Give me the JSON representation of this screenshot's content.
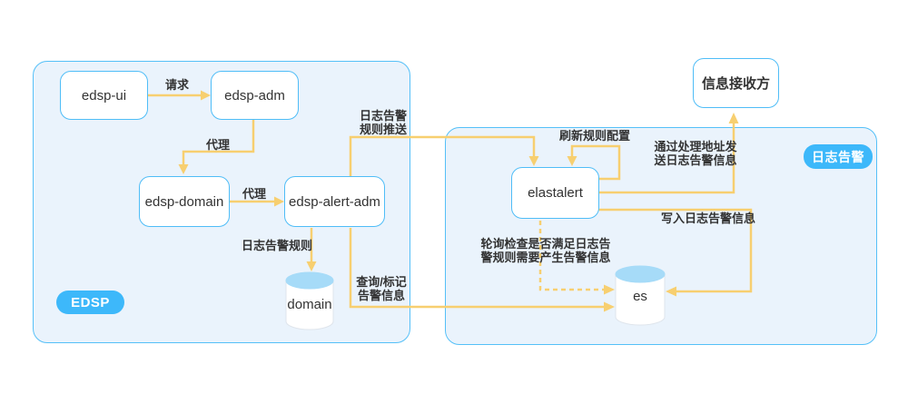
{
  "edsp_group": {
    "badge": "EDSP",
    "nodes": {
      "ui": "edsp-ui",
      "adm": "edsp-adm",
      "domain": "edsp-domain",
      "alert_adm": "edsp-alert-adm",
      "domain_db": "domain"
    }
  },
  "log_alert_group": {
    "badge": "日志告警",
    "nodes": {
      "elastalert": "elastalert",
      "es_db": "es"
    }
  },
  "external": {
    "receiver": "信息接收方"
  },
  "edges": {
    "request": "请求",
    "proxy_adm_domain": "代理",
    "proxy_domain_alert": "代理",
    "log_alert_rule": "日志告警规则",
    "rule_push": [
      "日志告警",
      "规则推送"
    ],
    "refresh_rules": "刷新规则配置",
    "send_via_handler": [
      "通过处理地址发",
      "送日志告警信息"
    ],
    "write_alert_info": "写入日志告警信息",
    "poll_check": [
      "轮询检查是否满足日志告",
      "警规则需要产生告警信息"
    ],
    "query_mark": [
      "查询/标记",
      "告警信息"
    ]
  },
  "colors": {
    "container_fill": "#eaf3fc",
    "container_border": "#55c0f8",
    "node_border": "#4fbdf7",
    "badge_blue": "#3db8fa",
    "arrow_yellow": "#f7cf70",
    "cylinder_top": "#a6dbf8",
    "text": "#333333"
  }
}
